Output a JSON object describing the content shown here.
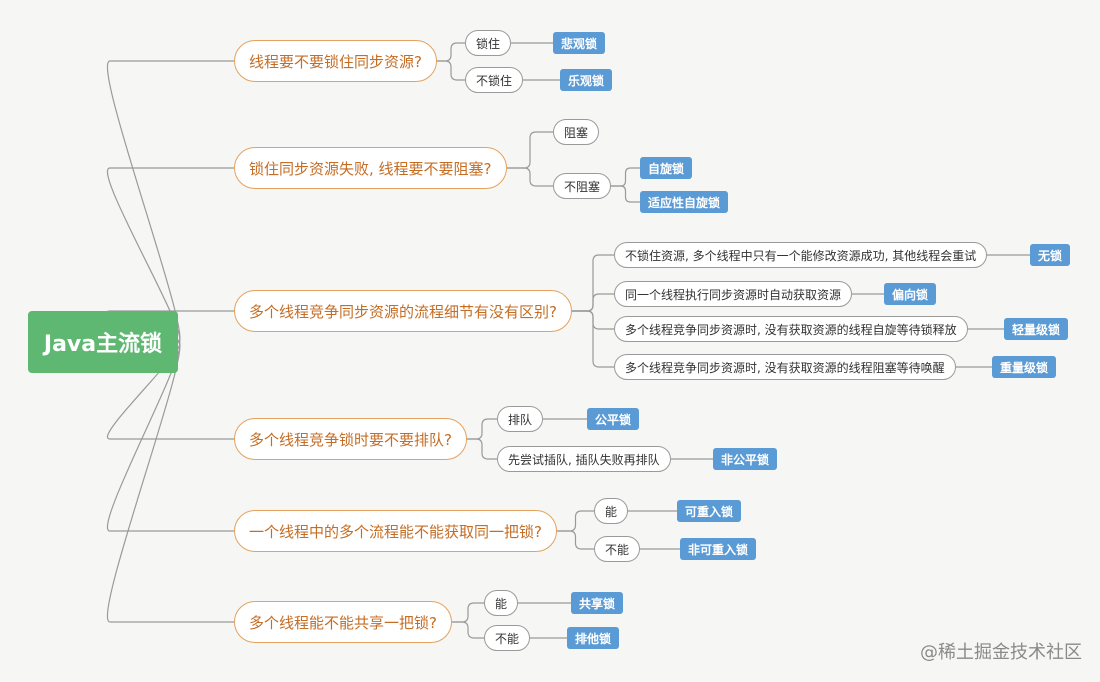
{
  "root": "Java主流锁",
  "branches": [
    {
      "q": "线程要不要锁住同步资源?",
      "opts": [
        {
          "o": "锁住",
          "tags": [
            "悲观锁"
          ]
        },
        {
          "o": "不锁住",
          "tags": [
            "乐观锁"
          ]
        }
      ]
    },
    {
      "q": "锁住同步资源失败, 线程要不要阻塞?",
      "opts": [
        {
          "o": "阻塞",
          "tags": []
        },
        {
          "o": "不阻塞",
          "tags": [
            "自旋锁",
            "适应性自旋锁"
          ]
        }
      ]
    },
    {
      "q": "多个线程竞争同步资源的流程细节有没有区别?",
      "opts": [
        {
          "o": "不锁住资源, 多个线程中只有一个能修改资源成功, 其他线程会重试",
          "tags": [
            "无锁"
          ]
        },
        {
          "o": "同一个线程执行同步资源时自动获取资源",
          "tags": [
            "偏向锁"
          ]
        },
        {
          "o": "多个线程竞争同步资源时, 没有获取资源的线程自旋等待锁释放",
          "tags": [
            "轻量级锁"
          ]
        },
        {
          "o": "多个线程竞争同步资源时, 没有获取资源的线程阻塞等待唤醒",
          "tags": [
            "重量级锁"
          ]
        }
      ]
    },
    {
      "q": "多个线程竞争锁时要不要排队?",
      "opts": [
        {
          "o": "排队",
          "tags": [
            "公平锁"
          ]
        },
        {
          "o": "先尝试插队, 插队失败再排队",
          "tags": [
            "非公平锁"
          ]
        }
      ]
    },
    {
      "q": "一个线程中的多个流程能不能获取同一把锁?",
      "opts": [
        {
          "o": "能",
          "tags": [
            "可重入锁"
          ]
        },
        {
          "o": "不能",
          "tags": [
            "非可重入锁"
          ]
        }
      ]
    },
    {
      "q": "多个线程能不能共享一把锁?",
      "opts": [
        {
          "o": "能",
          "tags": [
            "共享锁"
          ]
        },
        {
          "o": "不能",
          "tags": [
            "排他锁"
          ]
        }
      ]
    }
  ],
  "watermark": "@稀土掘金技术社区"
}
